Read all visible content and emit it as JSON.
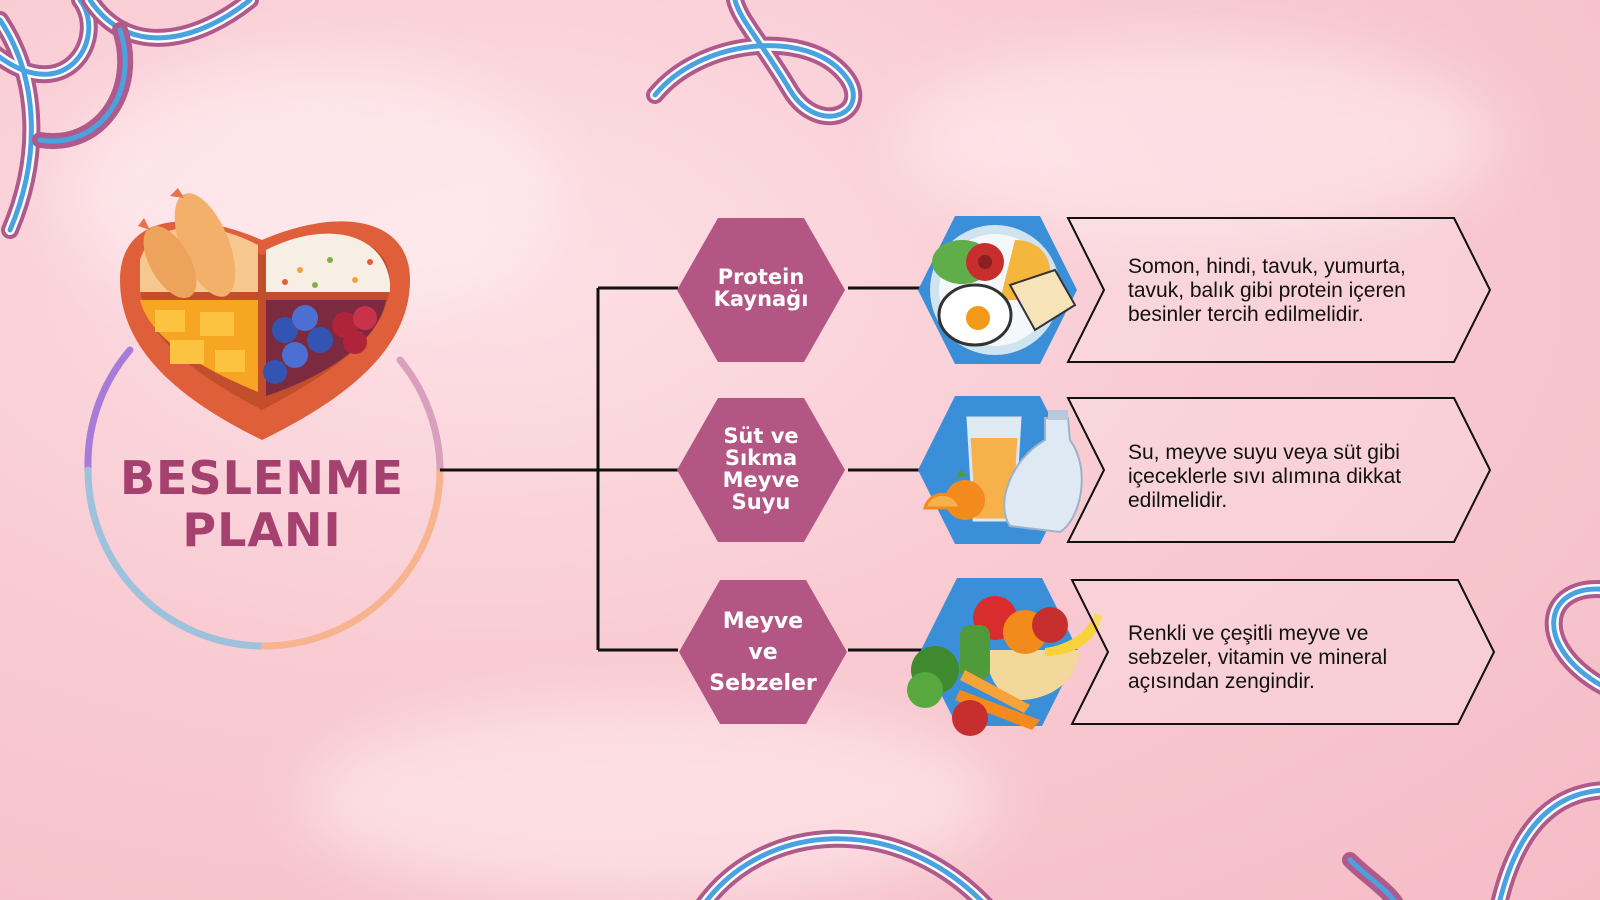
{
  "title": {
    "line1": "BESLENME",
    "line2": "PLANI"
  },
  "items": [
    {
      "label_lines": [
        "Protein",
        "Kaynağı"
      ],
      "desc": "Somon, hindi, tavuk, yumurta, tavuk, balık gibi protein içeren besinler tercih edilmelidir.",
      "icon": "egg-plate-icon"
    },
    {
      "label_lines": [
        "Süt ve",
        "Sıkma",
        "Meyve",
        "Suyu"
      ],
      "desc": "Su, meyve suyu veya süt gibi içeceklerle sıvı alımına dikkat edilmelidir.",
      "icon": "juice-milk-icon"
    },
    {
      "label_lines": [
        "Meyve",
        "ve",
        "Sebzeler"
      ],
      "desc": "Renkli ve çeşitli meyve ve sebzeler, vitamin ve mineral açısından zengindir.",
      "icon": "fruit-veg-basket-icon"
    }
  ],
  "colors": {
    "hex": "#b35683",
    "title": "#a5416f",
    "icon_hex": "#3b8fd9",
    "ribbon_blue": "#4aa3e0",
    "ribbon_purple": "#b05a8c"
  }
}
